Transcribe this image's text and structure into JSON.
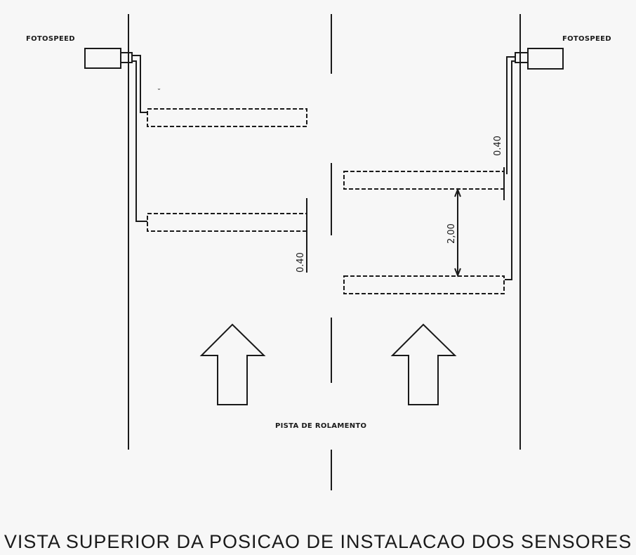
{
  "labels": {
    "sensor_left": "FOTOSPEED",
    "sensor_right": "FOTOSPEED",
    "roadway": "PISTA DE ROLAMENTO",
    "dim_left_gap": "0.40",
    "dim_right_gap": "0.40",
    "dim_right_spacing": "2,00"
  },
  "caption": "VISTA SUPERIOR DA POSICAO DE INSTALACAO DOS SENSORES"
}
